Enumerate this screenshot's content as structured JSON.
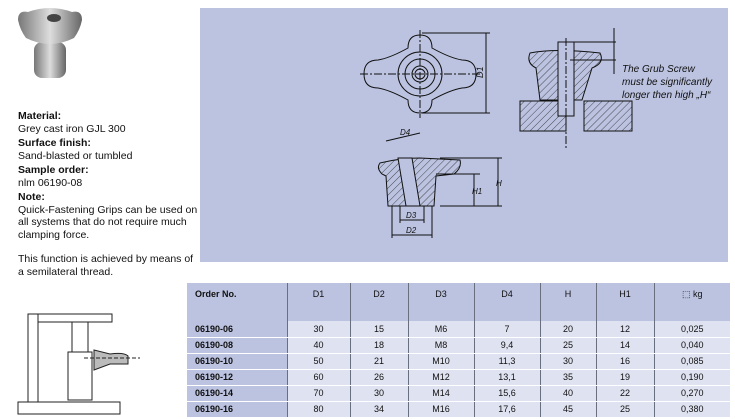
{
  "info": {
    "material_label": "Material:",
    "material": "Grey cast iron GJL 300",
    "finish_label": "Surface finish:",
    "finish": "Sand-blasted or tumbled",
    "sample_label": "Sample order:",
    "sample": "nlm 06190-08",
    "note_label": "Note:",
    "note": "Quick-Fastening Grips can be used on all systems that do not require much clamping force.",
    "note2": "This function is achieved by means of a semilateral thread."
  },
  "diagram": {
    "labels": {
      "d1": "D1",
      "d2": "D2",
      "d3": "D3",
      "d4": "D4",
      "h": "H",
      "h1": "H1"
    },
    "note_lines": [
      "The Grub Screw",
      "must be significantly",
      "longer then high „H“"
    ]
  },
  "table": {
    "headers": [
      "Order No.",
      "D1",
      "D2",
      "D3",
      "D4",
      "H",
      "H1",
      "⬚ kg"
    ],
    "rows": [
      [
        "06190-06",
        "30",
        "15",
        "M6",
        "7",
        "20",
        "12",
        "0,025"
      ],
      [
        "06190-08",
        "40",
        "18",
        "M8",
        "9,4",
        "25",
        "14",
        "0,040"
      ],
      [
        "06190-10",
        "50",
        "21",
        "M10",
        "11,3",
        "30",
        "16",
        "0,085"
      ],
      [
        "06190-12",
        "60",
        "26",
        "M12",
        "13,1",
        "35",
        "19",
        "0,190"
      ],
      [
        "06190-14",
        "70",
        "30",
        "M14",
        "15,6",
        "40",
        "22",
        "0,270"
      ],
      [
        "06190-16",
        "80",
        "34",
        "M16",
        "17,6",
        "45",
        "25",
        "0,380"
      ]
    ]
  }
}
